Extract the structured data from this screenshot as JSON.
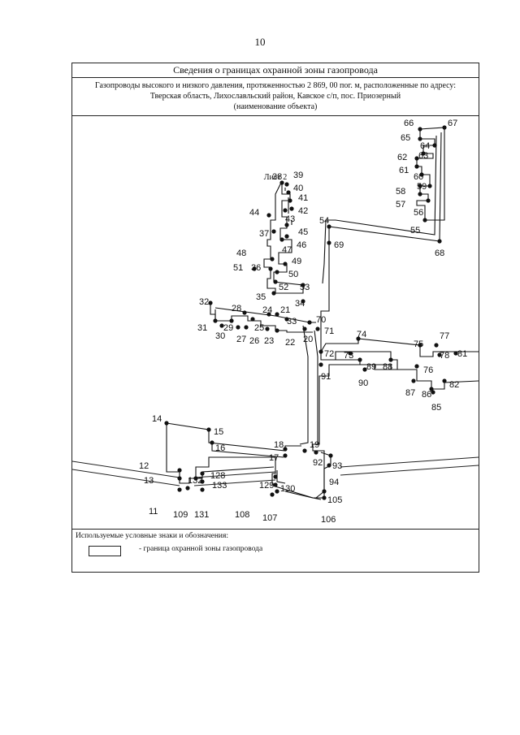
{
  "page_number": "10",
  "title": "Сведения о границах охранной зоны газопровода",
  "subtitle": {
    "line1": "Газопроводы высокого и низкого давления, протяженностью 2 869, 00 пог. м, расположенные по адресу:",
    "line2": "Тверская область, Лихославльский район, Кавское с/п, пос. Приозерный",
    "line3": "(наименование объекта)"
  },
  "sheet_label": "Лист 2",
  "legend": {
    "title": "Используемые условные знаки и обозначения:",
    "item": "- граница охранной зоны газопровода"
  },
  "points": [
    {
      "n": "66"
    },
    {
      "n": "67"
    },
    {
      "n": "65"
    },
    {
      "n": "64"
    },
    {
      "n": "63"
    },
    {
      "n": "62"
    },
    {
      "n": "61"
    },
    {
      "n": "60"
    },
    {
      "n": "59"
    },
    {
      "n": "58"
    },
    {
      "n": "57"
    },
    {
      "n": "56"
    },
    {
      "n": "55"
    },
    {
      "n": "68"
    },
    {
      "n": "54"
    },
    {
      "n": "69"
    },
    {
      "n": "38"
    },
    {
      "n": "39"
    },
    {
      "n": "40"
    },
    {
      "n": "41"
    },
    {
      "n": "42"
    },
    {
      "n": "43"
    },
    {
      "n": "44"
    },
    {
      "n": "45"
    },
    {
      "n": "37"
    },
    {
      "n": "46"
    },
    {
      "n": "47"
    },
    {
      "n": "48"
    },
    {
      "n": "49"
    },
    {
      "n": "51"
    },
    {
      "n": "36"
    },
    {
      "n": "50"
    },
    {
      "n": "52"
    },
    {
      "n": "53"
    },
    {
      "n": "35"
    },
    {
      "n": "34"
    },
    {
      "n": "32"
    },
    {
      "n": "28"
    },
    {
      "n": "24"
    },
    {
      "n": "21"
    },
    {
      "n": "33"
    },
    {
      "n": "70"
    },
    {
      "n": "71"
    },
    {
      "n": "31"
    },
    {
      "n": "29"
    },
    {
      "n": "25"
    },
    {
      "n": "30"
    },
    {
      "n": "27"
    },
    {
      "n": "26"
    },
    {
      "n": "23"
    },
    {
      "n": "22"
    },
    {
      "n": "20"
    },
    {
      "n": "74"
    },
    {
      "n": "75"
    },
    {
      "n": "77"
    },
    {
      "n": "78"
    },
    {
      "n": "81"
    },
    {
      "n": "72"
    },
    {
      "n": "73"
    },
    {
      "n": "89"
    },
    {
      "n": "88"
    },
    {
      "n": "76"
    },
    {
      "n": "91"
    },
    {
      "n": "90"
    },
    {
      "n": "87"
    },
    {
      "n": "86"
    },
    {
      "n": "82"
    },
    {
      "n": "85"
    },
    {
      "n": "14"
    },
    {
      "n": "15"
    },
    {
      "n": "16"
    },
    {
      "n": "18"
    },
    {
      "n": "19"
    },
    {
      "n": "17"
    },
    {
      "n": "92"
    },
    {
      "n": "93"
    },
    {
      "n": "12"
    },
    {
      "n": "13"
    },
    {
      "n": "132"
    },
    {
      "n": "128"
    },
    {
      "n": "133"
    },
    {
      "n": "129"
    },
    {
      "n": "94"
    },
    {
      "n": "130"
    },
    {
      "n": "11"
    },
    {
      "n": "109"
    },
    {
      "n": "131"
    },
    {
      "n": "108"
    },
    {
      "n": "107"
    },
    {
      "n": "105"
    },
    {
      "n": "106"
    }
  ]
}
